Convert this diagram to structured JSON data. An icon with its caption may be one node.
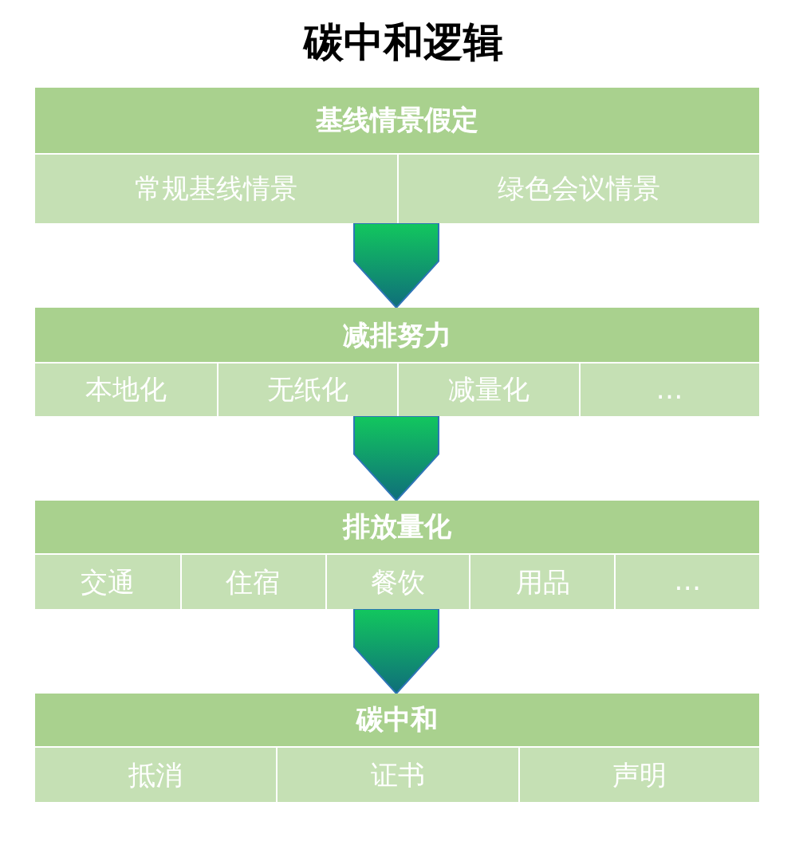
{
  "diagram": {
    "title": "碳中和逻辑",
    "nodes": [
      {
        "text": [
          "基线情景假定"
        ]
      },
      {
        "text": [
          "常规基线情景"
        ],
        "in": 0
      },
      {
        "text": [
          "绿色会议情景"
        ],
        "in": 0
      },
      {
        "text": [
          "减排努力"
        ]
      },
      {
        "text": [
          "本地化"
        ],
        "in": 3
      },
      {
        "text": [
          "无纸化"
        ],
        "in": 3
      },
      {
        "text": [
          "减量化"
        ],
        "in": 3
      },
      {
        "text": [
          "…"
        ],
        "in": 3
      },
      {
        "text": [
          "排放量化"
        ]
      },
      {
        "text": [
          "交通"
        ],
        "in": 8
      },
      {
        "text": [
          "住宿"
        ],
        "in": 8
      },
      {
        "text": [
          "餐饮"
        ],
        "in": 8
      },
      {
        "text": [
          "用品"
        ],
        "in": 8
      },
      {
        "text": [
          "…"
        ],
        "in": 8
      },
      {
        "text": [
          "碳中和"
        ]
      },
      {
        "text": [
          "抵消"
        ],
        "in": 14
      },
      {
        "text": [
          "证书"
        ],
        "in": 14
      },
      {
        "text": [
          "声明"
        ],
        "in": 14
      }
    ],
    "edges": [
      {
        "from": 0,
        "to": 3,
        "arrow": "to"
      },
      {
        "from": 3,
        "to": 8,
        "arrow": "to"
      },
      {
        "from": 8,
        "to": 14,
        "arrow": "to"
      }
    ]
  }
}
